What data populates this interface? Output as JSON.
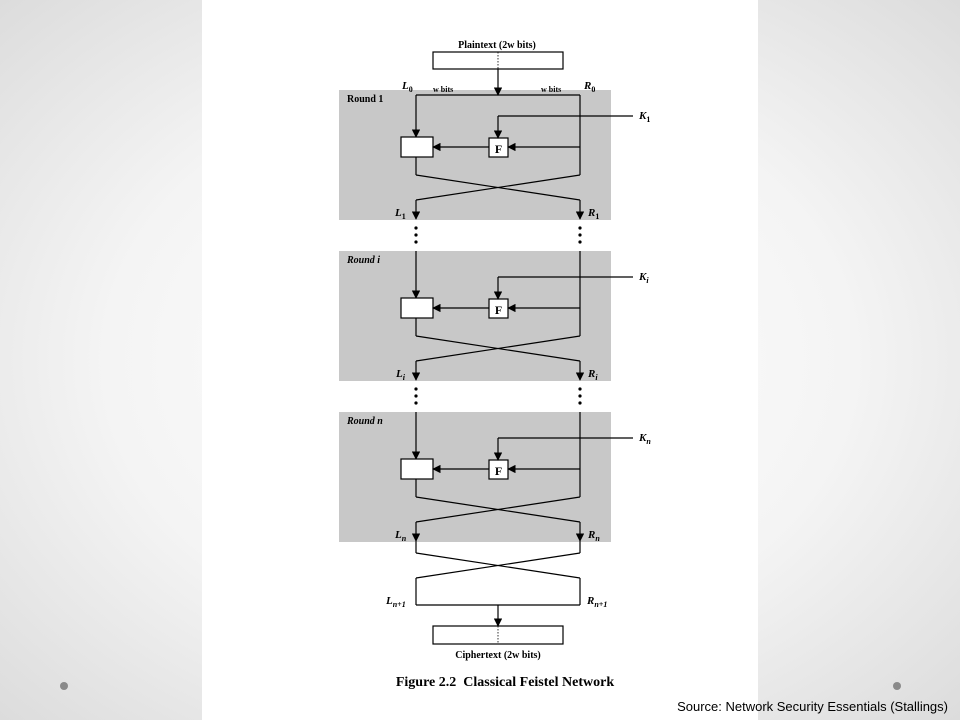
{
  "diagram": {
    "plaintext_label": "Plaintext (2w bits)",
    "ciphertext_label": "Ciphertext (2w bits)",
    "w_bits_label": "w bits",
    "caption": "Figure 2.2  Classical Feistel Network",
    "function_label": "F",
    "top_left_label": {
      "base": "L",
      "sub": "0"
    },
    "top_right_label": {
      "base": "R",
      "sub": "0"
    },
    "rounds": [
      {
        "title": "Round 1",
        "key": {
          "base": "K",
          "sub": "1"
        },
        "left_out": {
          "base": "L",
          "sub": "1"
        },
        "right_out": {
          "base": "R",
          "sub": "1"
        }
      },
      {
        "title": "Round i",
        "key": {
          "base": "K",
          "sub": "i"
        },
        "left_out": {
          "base": "L",
          "sub": "i"
        },
        "right_out": {
          "base": "R",
          "sub": "i"
        }
      },
      {
        "title": "Round n",
        "key": {
          "base": "K",
          "sub": "n"
        },
        "left_out": {
          "base": "L",
          "sub": "n"
        },
        "right_out": {
          "base": "R",
          "sub": "n"
        }
      }
    ],
    "final_left_label": {
      "base": "L",
      "sub": "n+1"
    },
    "final_right_label": {
      "base": "R",
      "sub": "n+1"
    }
  },
  "source_note": "Source: Network Security Essentials (Stallings)",
  "colors": {
    "round_bg": "#c8c8c8",
    "page_bg": "#ffffff",
    "line": "#000000"
  }
}
